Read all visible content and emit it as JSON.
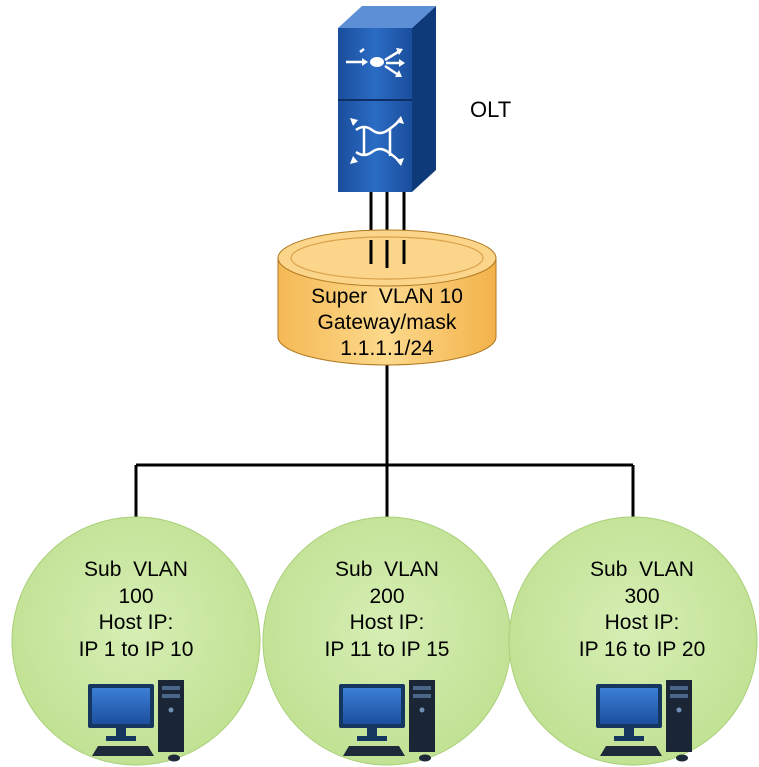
{
  "olt": {
    "label": "OLT",
    "icon": "olt-switch-icon"
  },
  "super_vlan": {
    "line1": "Super  VLAN 10",
    "line2": "Gateway/mask",
    "line3": "1.1.1.1/24",
    "icon": "database-cylinder-icon",
    "color": "#F9C96B"
  },
  "sub_vlans": [
    {
      "line1": "Sub  VLAN",
      "line2": "100",
      "line3": "Host IP:",
      "line4": "IP 1 to IP 10",
      "icon": "desktop-computer-icon"
    },
    {
      "line1": "Sub  VLAN",
      "line2": "200",
      "line3": "Host IP:",
      "line4": "IP 11 to IP 15",
      "icon": "desktop-computer-icon"
    },
    {
      "line1": "Sub  VLAN",
      "line2": "300",
      "line3": "Host IP:",
      "line4": "IP 16 to IP 20",
      "icon": "desktop-computer-icon"
    }
  ],
  "colors": {
    "olt_blue": "#1F5AAE",
    "sub_vlan_green": "#C8E6A0",
    "cylinder": "#F9C96B"
  }
}
